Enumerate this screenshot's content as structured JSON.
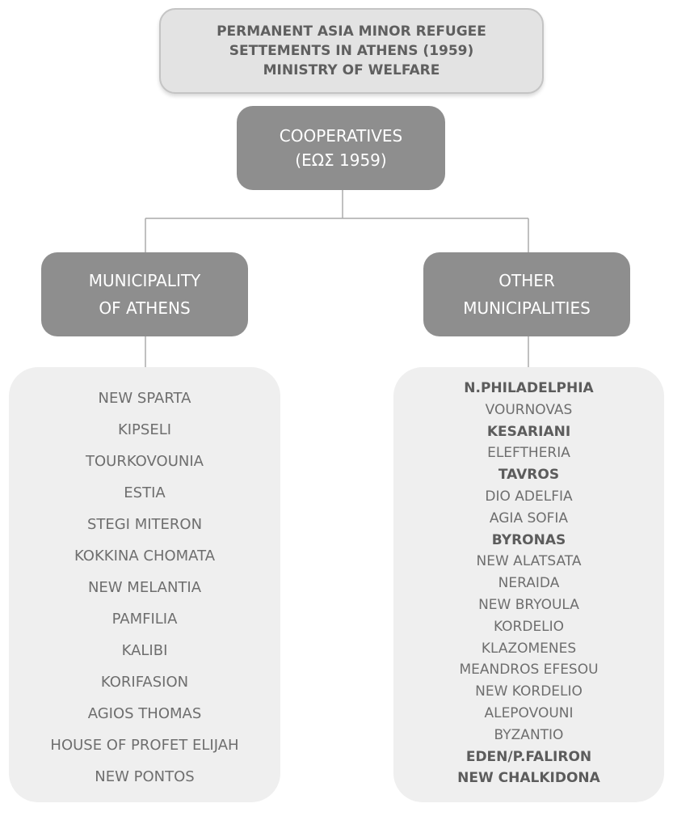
{
  "title_lines": [
    "PERMANENT ASIA MINOR REFUGEE",
    "SETTEMENTS IN ATHENS (1959)",
    "MINISTRY OF WELFARE"
  ],
  "cooperatives": {
    "line1": "COOPERATIVES",
    "line2": "(ΕΩΣ 1959)"
  },
  "left_branch": {
    "label_line1": "MUNICIPALITY",
    "label_line2": "OF ATHENS",
    "items": [
      {
        "text": "NEW SPARTA"
      },
      {
        "text": "KIPSELI"
      },
      {
        "text": "TOURKOVOUNIA"
      },
      {
        "text": "ESTIA"
      },
      {
        "text": "STEGI MITERON"
      },
      {
        "text": "KOKKINA CHOMATA"
      },
      {
        "text": "NEW MELANTIA"
      },
      {
        "text": "PAMFILIA"
      },
      {
        "text": "KALIBI"
      },
      {
        "text": "KORIFASION"
      },
      {
        "text": "AGIOS THOMAS"
      },
      {
        "text": "HOUSE OF PROFET ELIJAH"
      },
      {
        "text": "NEW PONTOS"
      }
    ]
  },
  "right_branch": {
    "label_line1": "OTHER",
    "label_line2": "MUNICIPALITIES",
    "items": [
      {
        "text": "N.PHILADELPHIA",
        "bold": true
      },
      {
        "text": "VOURNOVAS",
        "bold": false
      },
      {
        "text": "KESARIANI",
        "bold": true
      },
      {
        "text": "ELEFTHERIA",
        "bold": false
      },
      {
        "text": "TAVROS",
        "bold": true
      },
      {
        "text": "DIO ADELFIA",
        "bold": false
      },
      {
        "text": "AGIA SOFIA",
        "bold": false
      },
      {
        "text": "BYRONAS",
        "bold": true
      },
      {
        "text": "NEW ALATSATA",
        "bold": false
      },
      {
        "text": "NERAIDA",
        "bold": false
      },
      {
        "text": "NEW BRYOULA",
        "bold": false
      },
      {
        "text": "KORDELIO",
        "bold": false
      },
      {
        "text": "KLAZOMENES",
        "bold": false
      },
      {
        "text": "MEANDROS EFESOU",
        "bold": false
      },
      {
        "text": "NEW KORDELIO",
        "bold": false
      },
      {
        "text": "ALEPOVOUNI",
        "bold": false
      },
      {
        "text": "BYZANTIO",
        "bold": false
      },
      {
        "text": "EDEN/P.FALIRON",
        "bold": true
      },
      {
        "text": "NEW CHALKIDONA",
        "bold": true
      }
    ]
  },
  "colors": {
    "title_fill": "#e3e3e3",
    "node_fill": "#8e8e8e",
    "list_fill": "#efefef",
    "connector": "#aaaaaa",
    "text_dark": "#5f5f5f"
  }
}
